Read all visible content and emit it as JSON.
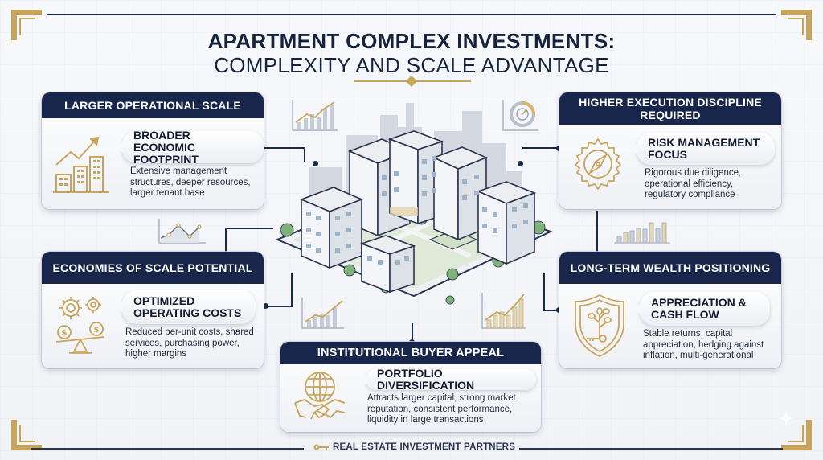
{
  "title": {
    "line1": "APARTMENT COMPLEX INVESTMENTS:",
    "line2": "COMPLEXITY AND SCALE ADVANTAGE"
  },
  "colors": {
    "navy": "#17264a",
    "gold": "#c9a55c",
    "background": "#f3f5f9",
    "green": "#7fb07a"
  },
  "cards": {
    "operational_scale": {
      "header": "LARGER OPERATIONAL SCALE",
      "icon": "buildings-growth-arrow-icon",
      "subtitle": "BROADER ECONOMIC FOOTPRINT",
      "description": "Extensive management structures, deeper resources, larger tenant base"
    },
    "execution_discipline": {
      "header": "HIGHER EXECUTION DISCIPLINE REQUIRED",
      "icon": "gear-compass-icon",
      "subtitle": "RISK MANAGEMENT FOCUS",
      "description": "Rigorous due diligence, operational efficiency, regulatory compliance"
    },
    "economies_of_scale": {
      "header": "ECONOMIES OF SCALE POTENTIAL",
      "icon": "gears-scale-coins-icon",
      "subtitle": "OPTIMIZED OPERATING COSTS",
      "description": "Reduced per-unit costs, shared services, purchasing power, higher margins"
    },
    "wealth_positioning": {
      "header": "LONG-TERM WEALTH POSITIONING",
      "icon": "shield-tree-key-icon",
      "subtitle": "APPRECIATION & CASH FLOW",
      "description": "Stable returns, capital appreciation, hedging against inflation, multi-generational"
    },
    "institutional_appeal": {
      "header": "INSTITUTIONAL BUYER APPEAL",
      "icon": "globe-handshake-icon",
      "subtitle": "PORTFOLIO DIVERSIFICATION",
      "description": "Attracts larger capital, strong market reputation, consistent performance, liquidity in large transactions"
    }
  },
  "center": {
    "illustration": "isometric-apartment-complex",
    "decorations": [
      "bar-line-chart-icon",
      "gauge-chart-icon",
      "line-chart-icon",
      "bar-chart-icon",
      "rising-bar-chart-icon",
      "rising-gold-bar-chart-icon"
    ]
  },
  "footer": {
    "icon": "key-icon",
    "text": "REAL ESTATE INVESTMENT PARTNERS"
  }
}
